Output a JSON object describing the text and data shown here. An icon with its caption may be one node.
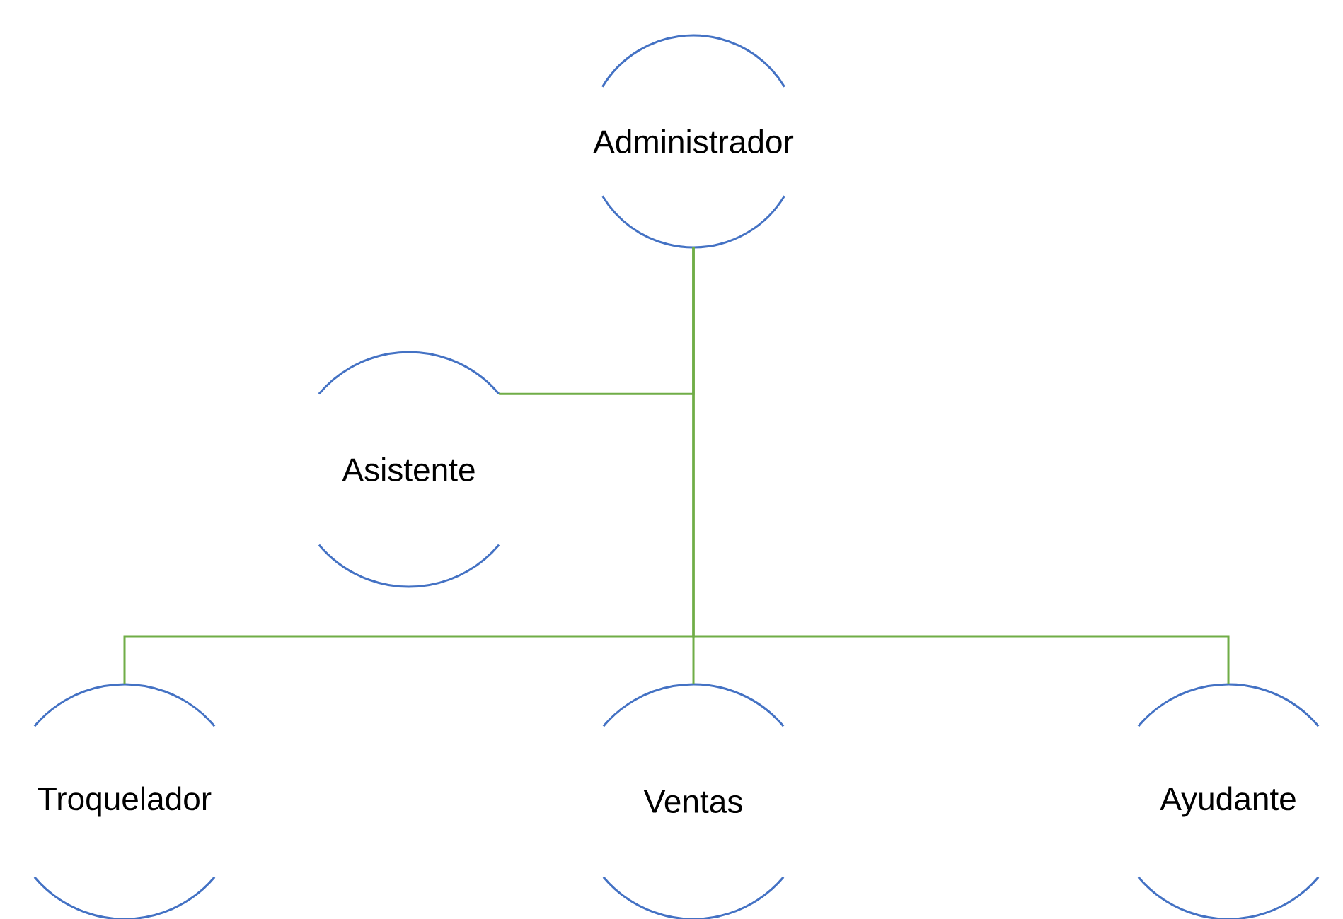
{
  "diagram": {
    "nodes": [
      {
        "text": [
          "Administrador"
        ]
      },
      {
        "text": [
          "Asistente"
        ]
      },
      {
        "text": [
          "Troquelador"
        ]
      },
      {
        "text": [
          "Ventas"
        ]
      },
      {
        "text": [
          "Ayudante"
        ]
      }
    ],
    "edges": [
      {
        "from": 0,
        "to": 1,
        "arrow": "none"
      },
      {
        "from": 0,
        "to": 2,
        "arrow": "none"
      },
      {
        "from": 0,
        "to": 3,
        "arrow": "none"
      },
      {
        "from": 0,
        "to": 4,
        "arrow": "none"
      }
    ]
  }
}
